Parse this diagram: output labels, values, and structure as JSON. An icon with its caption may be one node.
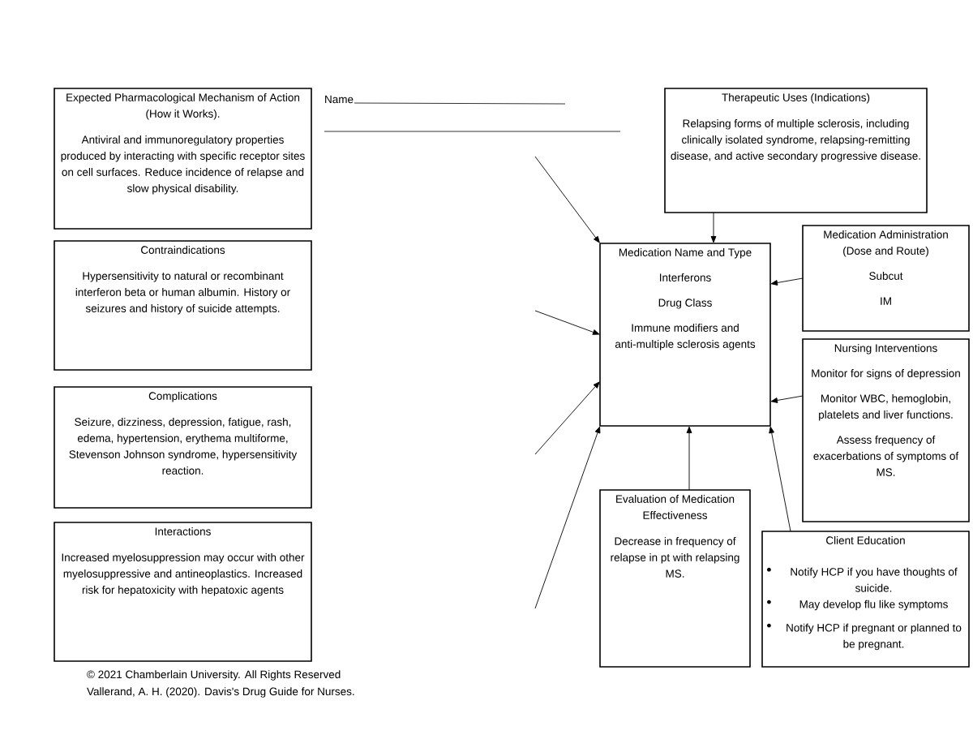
{
  "diagram": {
    "nodes": [
      {
        "text": [
          "Expected Pharmacological Mechanism of Action (How it Works).",
          "Antiviral and immunoregulatory properties produced by interacting with specific receptor sites on cell surfaces. Reduce incidence of relapse and slow physical disability."
        ]
      },
      {
        "text": [
          "Contraindications",
          "Hypersensitivity to natural or recombinant interferon beta or human albumin. History or seizures and history of suicide attempts."
        ]
      },
      {
        "text": [
          "Complications",
          "Seizure, dizziness, depression, fatigue, rash, edema, hypertension, erythema multiforme, Stevenson Johnson syndrome, hypersensitivity reaction."
        ]
      },
      {
        "text": [
          "Interactions",
          "Increased myelosuppression may occur with other myelosuppressive and antineoplastics. Increased risk for hepatoxicity with hepatoxic agents"
        ]
      },
      {
        "text": [
          "Therapeutic Uses (Indications)",
          "Relapsing forms of multiple sclerosis, including clinically isolated syndrome, relapsing-remitting disease, and active secondary progressive disease."
        ]
      },
      {
        "text": [
          "Medication Administration (Dose and Route)",
          "Subcut",
          "IM"
        ]
      },
      {
        "text": [
          "Medication Name and Type",
          "Interferons",
          "Drug Class",
          "Immune modifiers and anti-multiple sclerosis agents"
        ]
      },
      {
        "text": [
          "Nursing Interventions",
          "Monitor for signs of depression",
          "Monitor WBC, hemoglobin, platelets and liver functions.",
          "Assess frequency of exacerbations of symptoms of MS."
        ]
      },
      {
        "text": [
          "Evaluation of Medication Effectiveness",
          "Decrease in frequency of relapse in pt with relapsing MS."
        ]
      },
      {
        "text": [
          "Client Education",
          "Notify HCP if you have thoughts of suicide.",
          "May develop flu like symptoms",
          "Notify HCP if pregnant or planned to be pregnant."
        ]
      }
    ],
    "edges": [
      {
        "from": null,
        "to": 6,
        "arrow": "to"
      },
      {
        "from": null,
        "to": 6,
        "arrow": "to"
      },
      {
        "from": null,
        "to": 6,
        "arrow": "to"
      },
      {
        "from": null,
        "to": 6,
        "arrow": "to"
      },
      {
        "from": 4,
        "to": 6,
        "arrow": "to"
      },
      {
        "from": 5,
        "to": 6,
        "arrow": "to"
      },
      {
        "from": 7,
        "to": 6,
        "arrow": "to"
      },
      {
        "from": 8,
        "to": 6,
        "arrow": "to"
      },
      {
        "from": 9,
        "to": 6,
        "arrow": "to"
      }
    ],
    "labels": [
      "Name",
      "© 2021 Chamberlain University. All Rights Reserved",
      "Vallerand, A. H. (2020). Davis's Drug Guide for Nurses."
    ]
  }
}
